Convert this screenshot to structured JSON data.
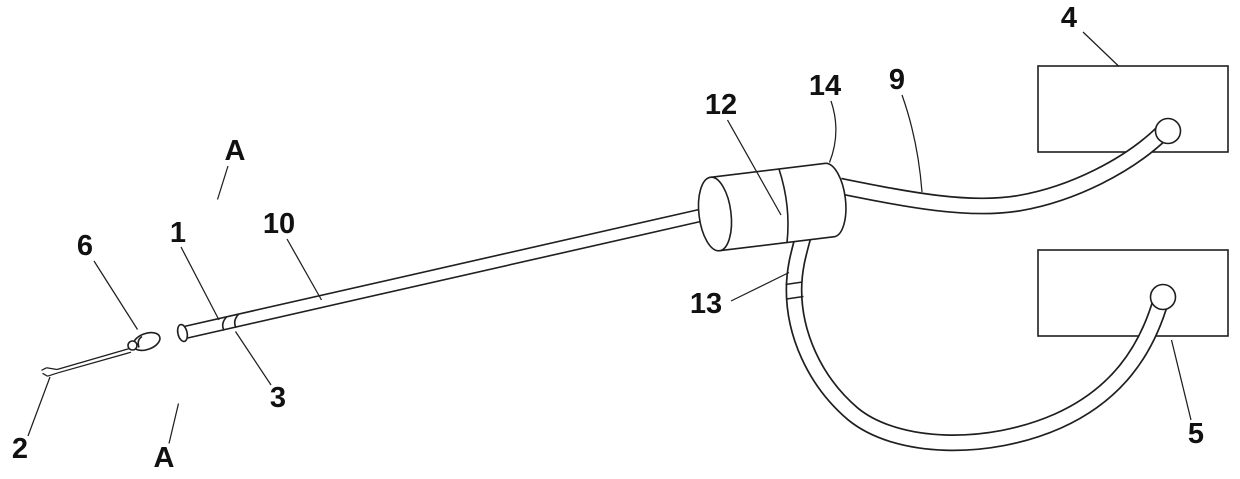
{
  "diagram": {
    "background": "#ffffff",
    "line_color": "#1f1f1f",
    "label_color": "#111111",
    "labels": {
      "part_1": "1",
      "part_2": "2",
      "part_3": "3",
      "part_4": "4",
      "part_5": "5",
      "part_6": "6",
      "part_9": "9",
      "part_10": "10",
      "part_12": "12",
      "part_13": "13",
      "part_14": "14",
      "section_top": "A",
      "section_bottom": "A"
    }
  }
}
